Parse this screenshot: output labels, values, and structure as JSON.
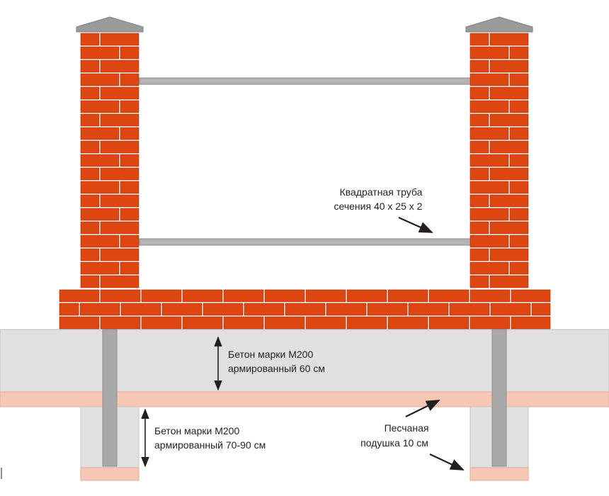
{
  "labels": {
    "pipe_line1": "Квадратная труба",
    "pipe_line2": "сечения 40 х 25 х 2",
    "slab_line1": "Бетон марки М200",
    "slab_line2": "армированный 60 см",
    "footing_line1": "Бетон марки М200",
    "footing_line2": "армированный 70-90 см",
    "sand_line1": "Песчаная",
    "sand_line2": "подушка 10 см"
  },
  "colors": {
    "brick": "#dd4511",
    "mortar": "#ffffff",
    "concrete": "#e0e0e0",
    "concrete_edge": "#bdbdbd",
    "sand": "#f7c7b6",
    "pipe": "#b5b5b5",
    "cap": "#9a9a9a",
    "rebar": "#a9a9a9",
    "text": "#231f20"
  }
}
